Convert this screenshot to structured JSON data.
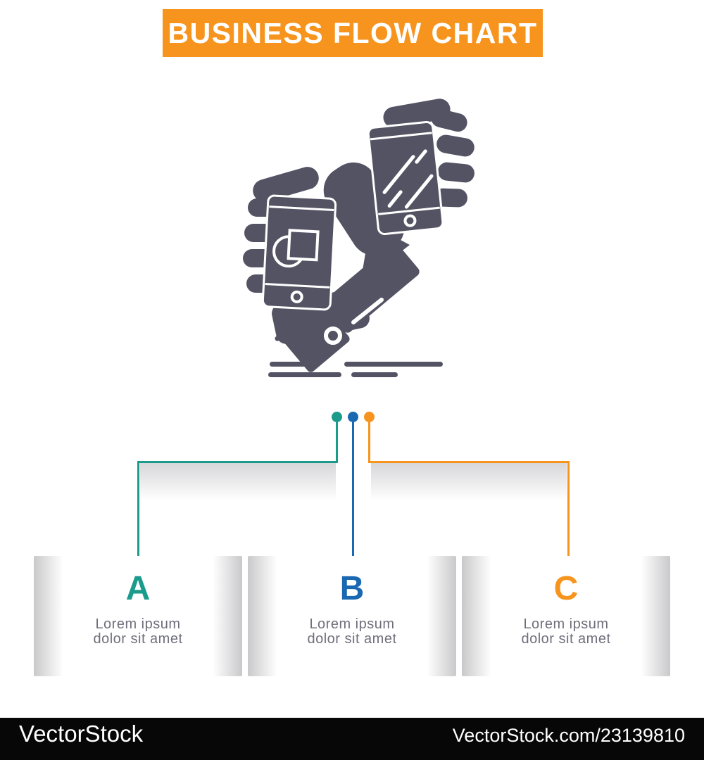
{
  "banner": {
    "title": "BUSINESS FLOW CHART",
    "bg_color": "#F7941E",
    "text_color": "#FFFFFF"
  },
  "icon": {
    "name": "hands-holding-mobile-phones-glyph",
    "color": "#545363",
    "screen_graphic": "circle-and-square-chart",
    "ground": "speed-dashes"
  },
  "connectors": [
    {
      "step": "A",
      "color": "#1B9B8C",
      "shape": "elbow-left"
    },
    {
      "step": "B",
      "color": "#1A67B2",
      "shape": "straight"
    },
    {
      "step": "C",
      "color": "#F7941E",
      "shape": "elbow-right"
    }
  ],
  "steps": [
    {
      "label": "A",
      "color": "#1B9B8C",
      "line1": "Lorem ipsum",
      "line2": "dolor sit amet"
    },
    {
      "label": "B",
      "color": "#1A67B2",
      "line1": "Lorem ipsum",
      "line2": "dolor sit amet"
    },
    {
      "label": "C",
      "color": "#F7941E",
      "line1": "Lorem ipsum",
      "line2": "dolor sit amet"
    }
  ],
  "watermark": {
    "left_text": "VectorStock",
    "right_text": "VectorStock.com/23139810",
    "bar_color": "#070707",
    "text_color": "#FFFFFF"
  }
}
